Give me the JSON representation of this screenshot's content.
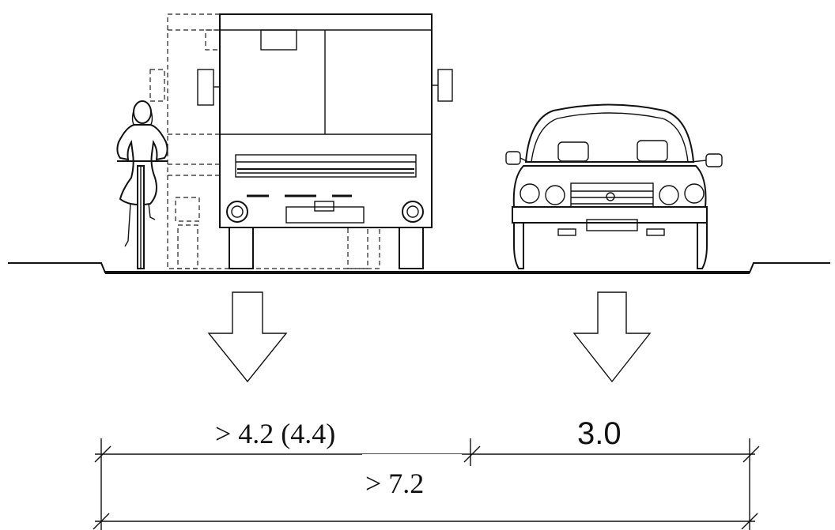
{
  "labels": {
    "bus_lane_width": "> 4.2 (4.4)",
    "car_lane_width": "3.0",
    "total_width": "> 7.2"
  },
  "elements": {
    "cyclist": "cyclist-icon",
    "bus": "bus-icon",
    "car": "car-icon",
    "arrow_left": "down-arrow-icon",
    "arrow_right": "down-arrow-icon"
  }
}
